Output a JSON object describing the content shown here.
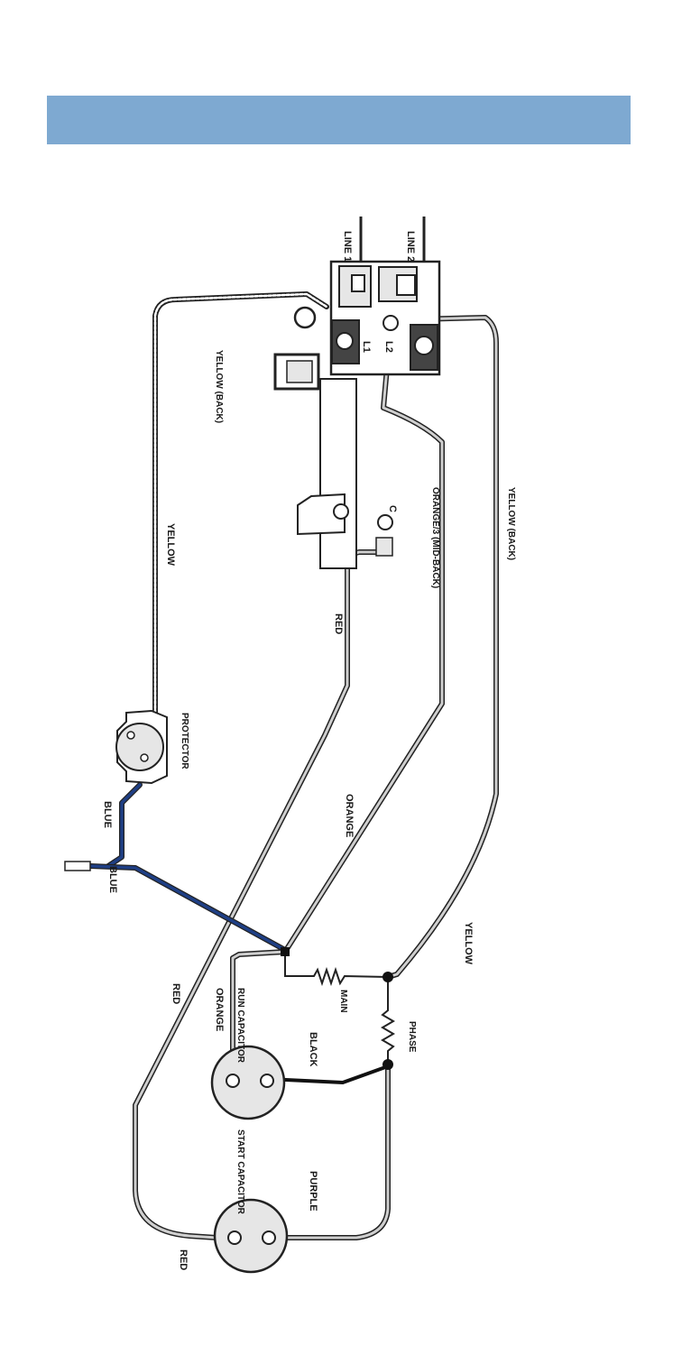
{
  "header": {
    "color": "#7ea9d1"
  },
  "colors": {
    "blue_wire": "#1f3f85",
    "gray_wire": "#cfcfcf",
    "component_fill": "#e6e6e6",
    "ink": "#1a1a1a"
  },
  "labels": {
    "line1": "LINE 1",
    "line2": "LINE 2",
    "l1": "L1",
    "l2": "L2",
    "yellow_back": "YELLOW (BACK)",
    "yellow_top": "YELLOW",
    "red_upper": "RED",
    "orange_back": "ORANGE/3 (MID-BACK)",
    "yellow_back_wire": "YELLOW (BACK)",
    "protector": "PROTECTOR",
    "blue_upper": "BLUE",
    "blue_lower": "BLUE",
    "orange_mid": "ORANGE",
    "yellow_lower": "YELLOW",
    "main": "MAIN",
    "phase": "PHASE",
    "red_lower": "RED",
    "orange_cap": "ORANGE",
    "run_capacitor": "RUN CAPACITOR",
    "black": "BLACK",
    "start_capacitor": "START CAPACITOR",
    "purple": "PURPLE",
    "red_bottom": "RED",
    "c_term": "C"
  }
}
